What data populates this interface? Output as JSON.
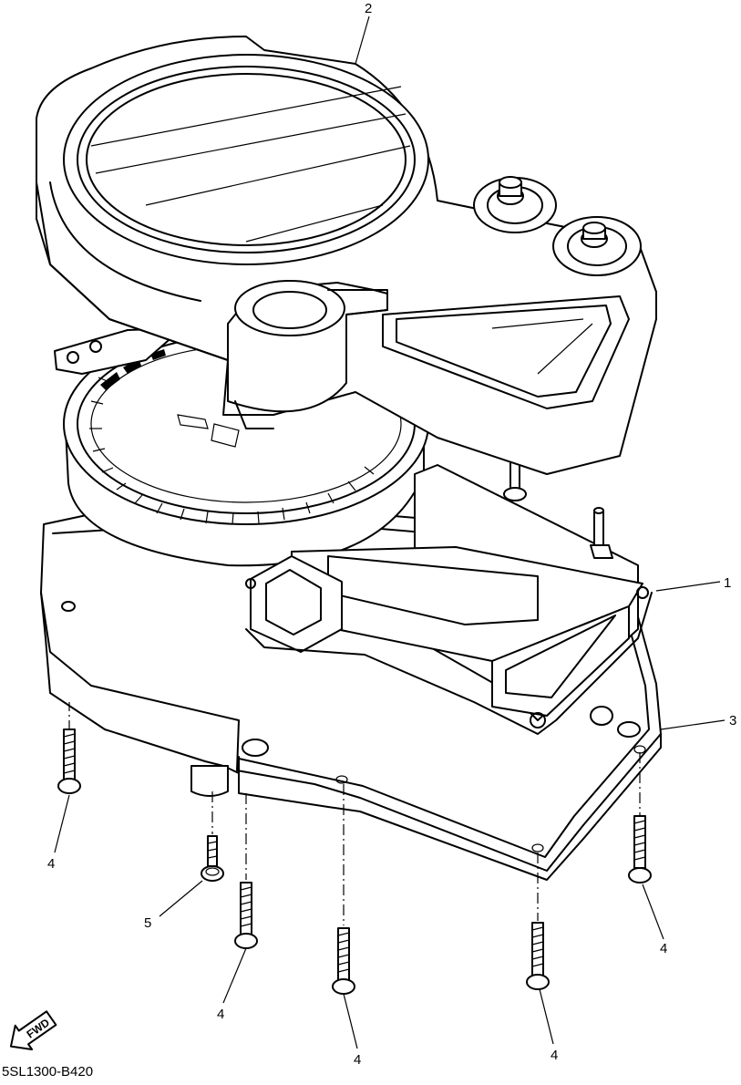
{
  "callouts": [
    {
      "id": "c1",
      "label": "1"
    },
    {
      "id": "c2",
      "label": "2"
    },
    {
      "id": "c3",
      "label": "3"
    },
    {
      "id": "c4a",
      "label": "4"
    },
    {
      "id": "c4b",
      "label": "4"
    },
    {
      "id": "c4c",
      "label": "4"
    },
    {
      "id": "c4d",
      "label": "4"
    },
    {
      "id": "c4e",
      "label": "4"
    },
    {
      "id": "c5",
      "label": "5"
    }
  ],
  "direction_arrow": {
    "label": "FWD"
  },
  "diagram_code": "5SL1300-B420"
}
